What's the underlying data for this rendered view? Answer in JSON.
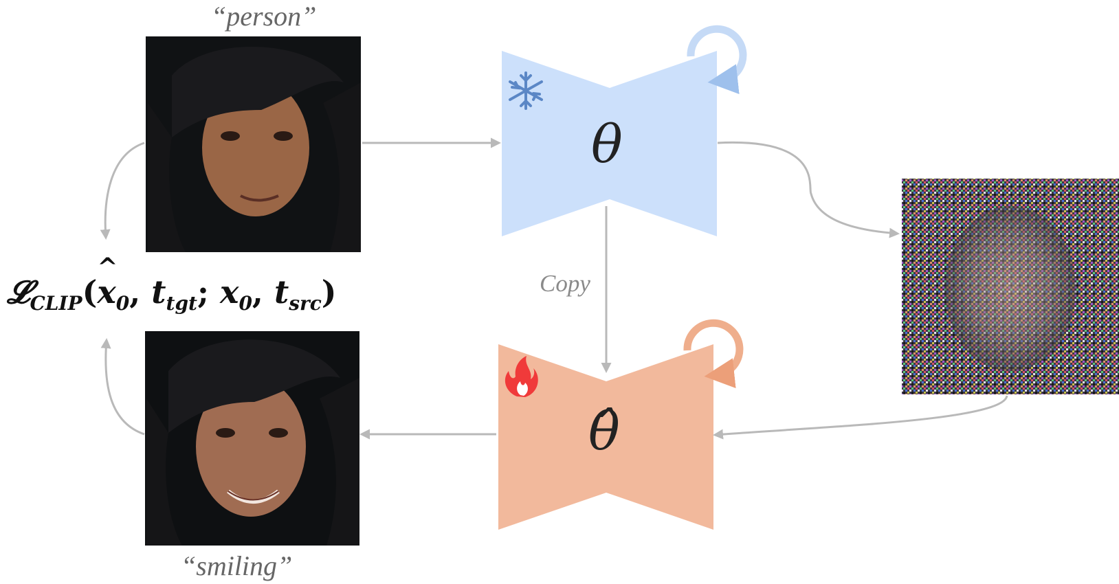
{
  "captions": {
    "source_text": "“person”",
    "target_text": "“smiling”"
  },
  "edges": {
    "copy_label": "Copy"
  },
  "models": {
    "frozen": {
      "symbol": "θ",
      "fill_color": "#cce0fb",
      "loop_color": "#c5daf6",
      "badge_icon": "snowflake-icon",
      "badge_color": "#5b87c6"
    },
    "trainable": {
      "symbol": "θ̂",
      "fill_color": "#f2b99c",
      "loop_color": "#efae8c",
      "badge_icon": "fire-icon",
      "badge_color": "#f03a3a"
    }
  },
  "loss": {
    "symbol": "𝓛",
    "symbol_subscript": "CLIP",
    "open_paren": "(",
    "arg1": "x",
    "arg1_hat": "^",
    "arg1_sub": "0",
    "sep1": ", ",
    "arg2": "t",
    "arg2_sub": "tgt",
    "sep2": "; ",
    "arg3": "x",
    "arg3_sub": "0",
    "sep3": ", ",
    "arg4": "t",
    "arg4_sub": "src",
    "close_paren": ")"
  },
  "colors": {
    "arrow": "#b9b9b9"
  }
}
